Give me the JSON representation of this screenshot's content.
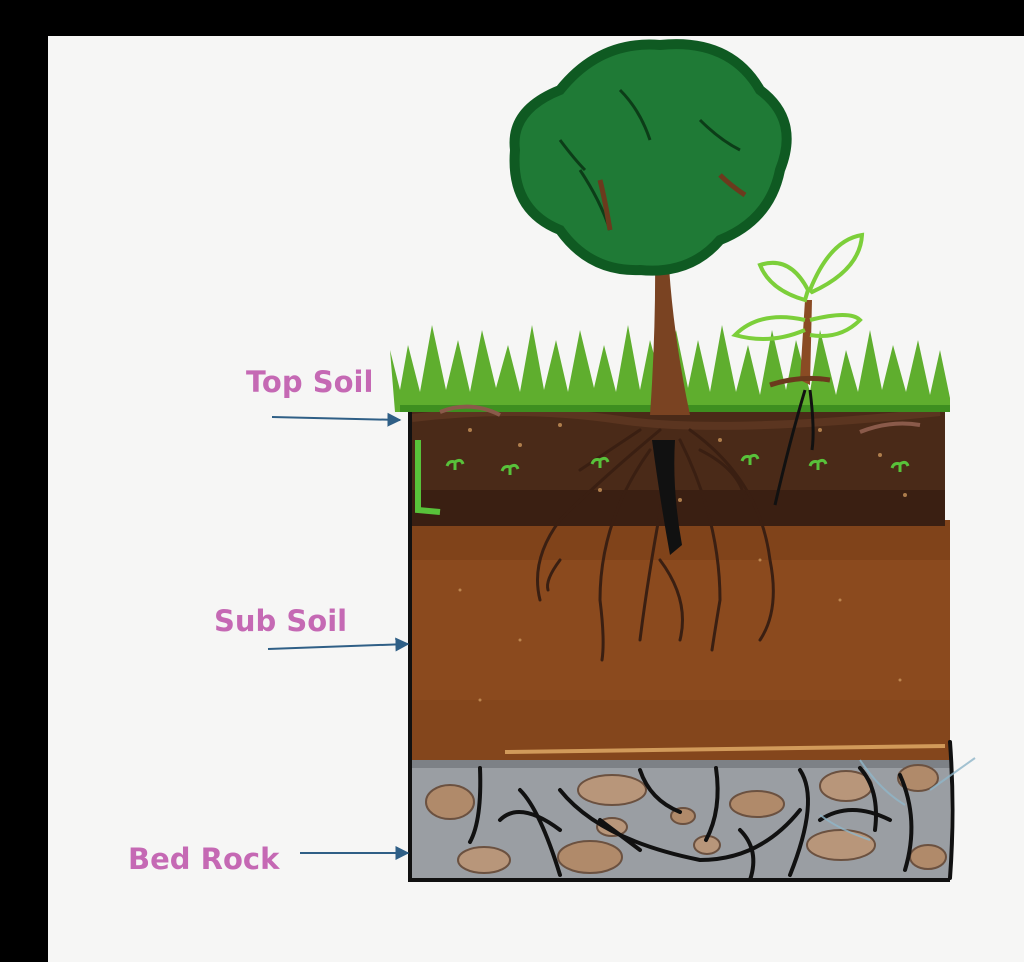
{
  "labels": {
    "top_soil": "Top Soil",
    "sub_soil": "Sub Soil",
    "bed_rock": "Bed Rock"
  },
  "colors": {
    "label": "#c569b4",
    "arrow": "#2f5f86",
    "background": "#f6f6f5",
    "frame": "#000000",
    "canopy": "#1f7a36",
    "canopy_outline": "#0f5a22",
    "grass": "#5fae2e",
    "topsoil": "#4a2a18",
    "subsoil": "#8b4a1e",
    "bedrock": "#9a9ea3",
    "rock": "#b08a6a",
    "trunk": "#6b3a1d",
    "sprout": "#7ccf3a"
  },
  "icons": [
    "tree-icon",
    "sprout-icon",
    "rock-icon",
    "arrow-right-icon"
  ]
}
